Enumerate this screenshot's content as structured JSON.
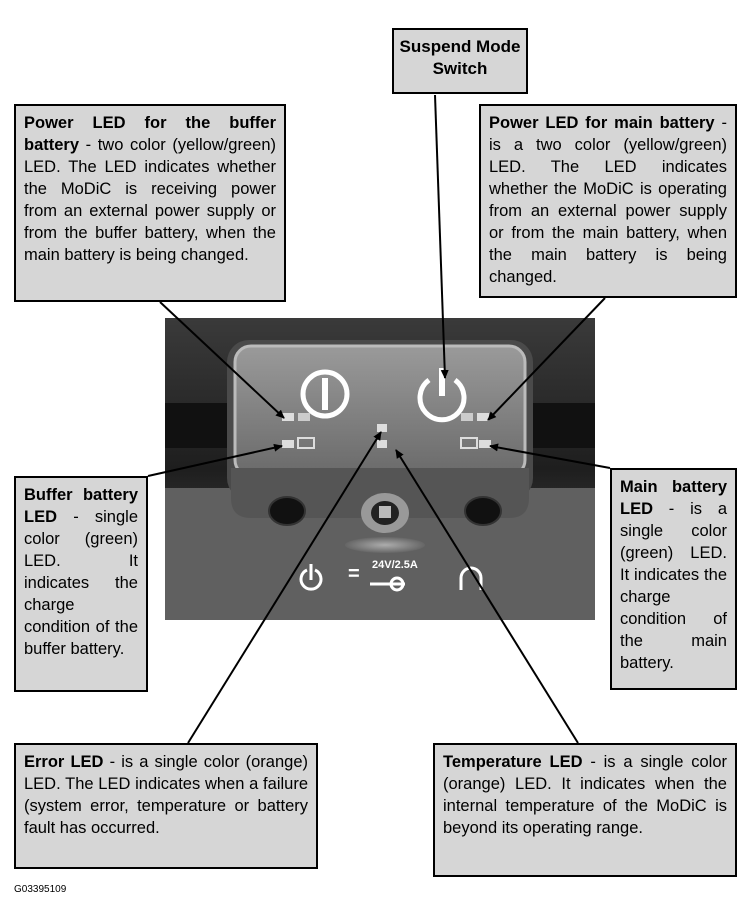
{
  "callouts": {
    "suspend": {
      "title": "Suspend Mode Switch"
    },
    "buffer_power": {
      "title": "Power LED for the buffer battery",
      "text": " - two color (yellow/green) LED. The LED indicates whether the MoDiC is receiving power from an external power supply or from the buffer battery, when the main battery is being changed."
    },
    "main_power": {
      "title": "Power LED for main battery",
      "text": " - is a two color (yellow/green) LED. The LED indicates whether the MoDiC is operating from an external power supply or from the main battery, when the main battery is being changed."
    },
    "buffer_led": {
      "title": "Buffer battery LED",
      "text": " - single color (green) LED. It indicates the charge condition of the buffer battery."
    },
    "main_led": {
      "title": "Main battery LED",
      "text": " - is a single color (green) LED. It indicates the charge condition of the main battery."
    },
    "error_led": {
      "title": "Error LED",
      "text": " - is a single color (orange) LED. The LED indicates when a failure (system error, temperature or battery fault has occurred."
    },
    "temp_led": {
      "title": "Temperature LED",
      "text": " - is a single color (orange) LED. It indicates when the internal temperature of the MoDiC is beyond its operating range."
    }
  },
  "device": {
    "power_rating": "24V/2.5A",
    "equals_symbol": "="
  },
  "figure_id": "G03395109"
}
